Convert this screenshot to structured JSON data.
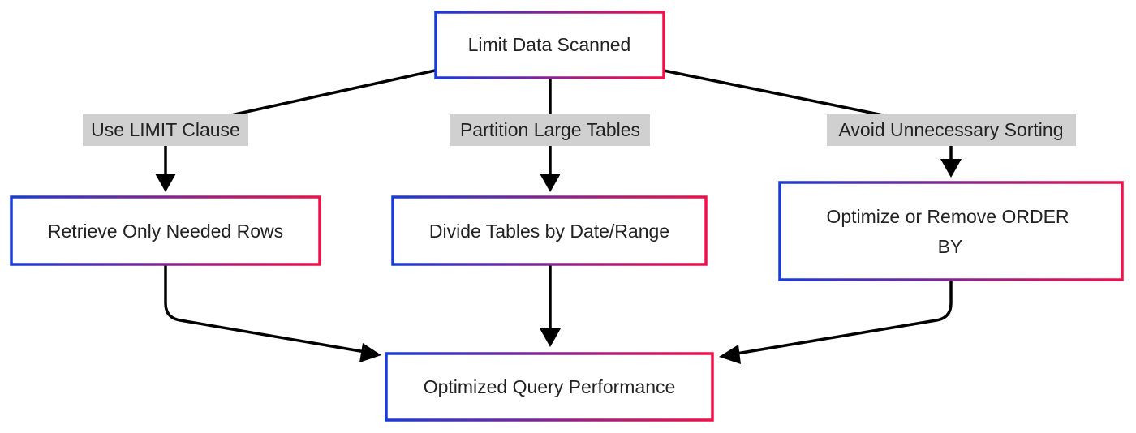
{
  "diagram": {
    "nodes": {
      "limit": {
        "label": "Limit Data Scanned"
      },
      "retrieve": {
        "label": "Retrieve Only Needed Rows"
      },
      "divide": {
        "label": "Divide Tables by Date/Range"
      },
      "optimize_order": {
        "label_lines": [
          "Optimize or Remove ORDER",
          "BY"
        ]
      },
      "result": {
        "label": "Optimized Query Performance"
      }
    },
    "edges": {
      "limit_to_retrieve": {
        "label": "Use LIMIT Clause"
      },
      "limit_to_divide": {
        "label": "Partition Large Tables"
      },
      "limit_to_optimize": {
        "label": "Avoid Unnecessary Sorting"
      }
    },
    "colors": {
      "border_gradient_start": "#1a3bd6",
      "border_gradient_end": "#f0104a",
      "edge_label_bg": "#d0d0d0",
      "edge": "#000000",
      "text": "#222222"
    }
  }
}
